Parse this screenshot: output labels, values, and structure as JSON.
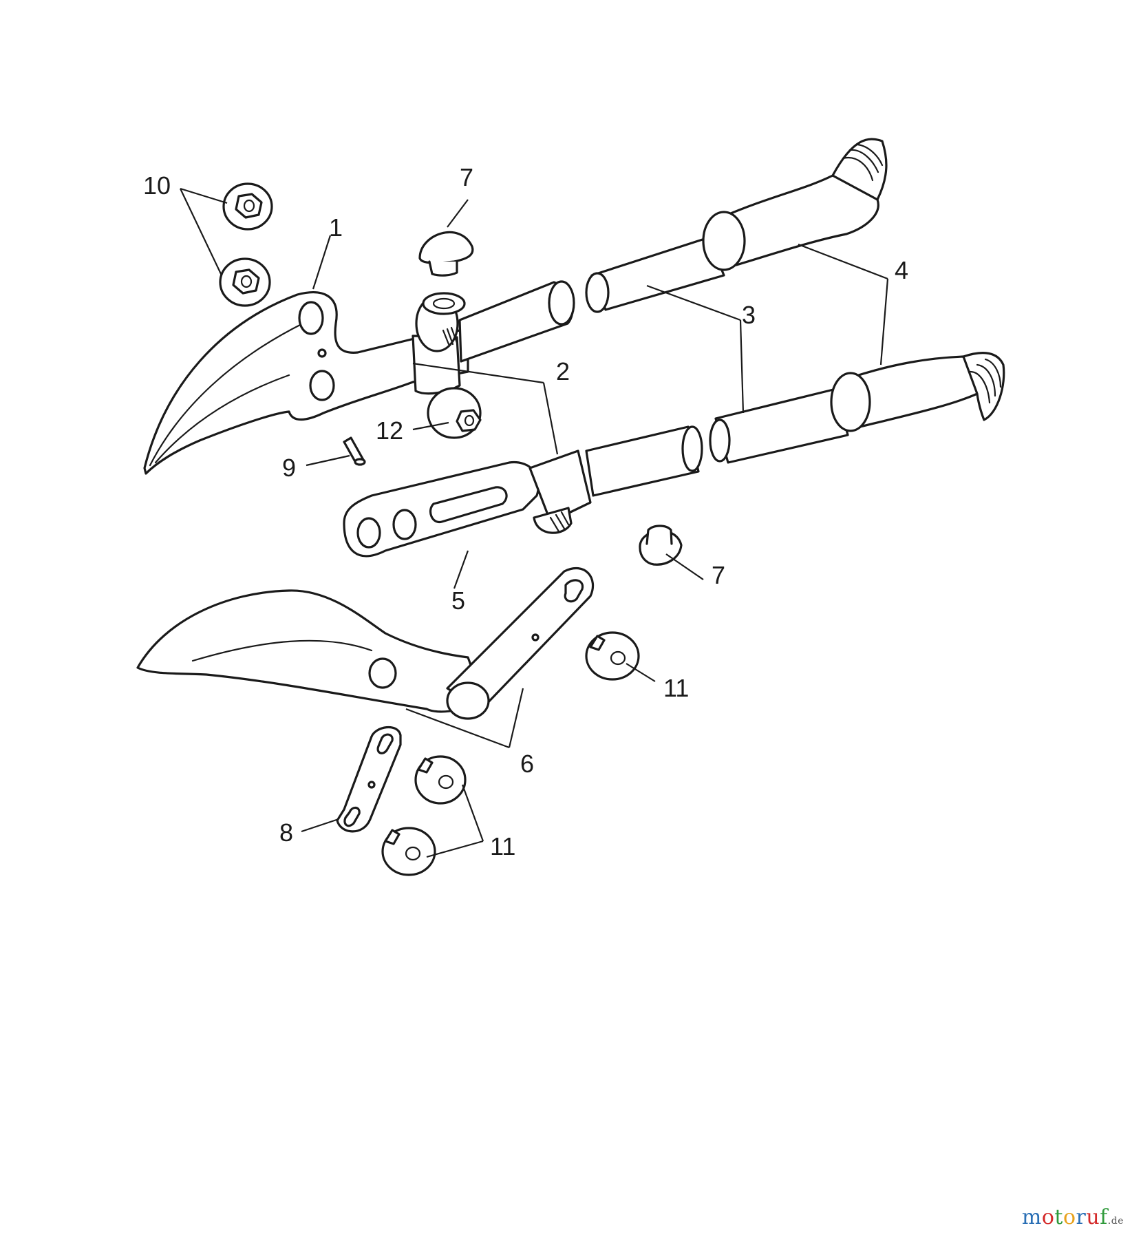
{
  "callouts": {
    "c1": "1",
    "c2": "2",
    "c3": "3",
    "c4": "4",
    "c5": "5",
    "c6": "6",
    "c7a": "7",
    "c7b": "7",
    "c8": "8",
    "c9": "9",
    "c10": "10",
    "c11a": "11",
    "c11b": "11",
    "c12": "12"
  },
  "watermark": {
    "text": "motoruf",
    "tld": ".de",
    "letter_colors": [
      "#2a6fb5",
      "#d42a2a",
      "#2e9a3a",
      "#e8a21c",
      "#2a6fb5",
      "#d42a2a",
      "#2e9a3a"
    ]
  }
}
